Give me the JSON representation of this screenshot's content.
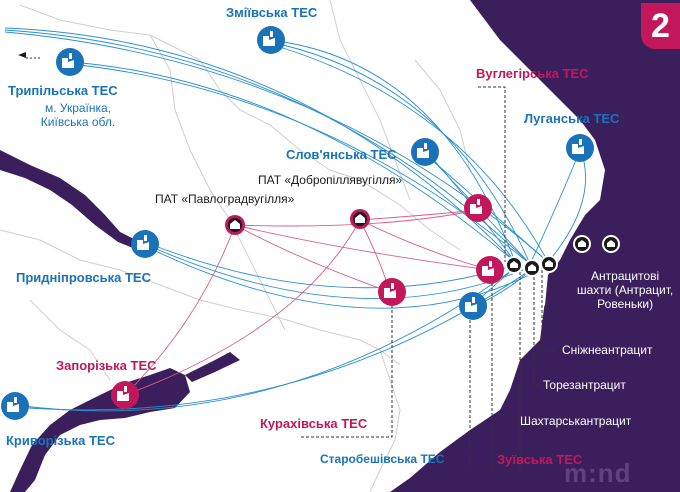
{
  "plants": {
    "zmiivska": "Зміївська ТЕС",
    "trypilska": "Трипільська ТЕС",
    "trypilska_loc1": "м. Українка,",
    "trypilska_loc2": "Київська обл.",
    "vuhlehirska": "Вуглегірська ТЕС",
    "luhanska": "Луганська ТЕС",
    "slovianska": "Слов'янська ТЕС",
    "prydniprovska": "Придніпровська ТЕС",
    "zaporizka": "Запорізька ТЕС",
    "kryvorizka": "Криворізька ТЕС",
    "kurakhivska": "Курахівська ТЕС",
    "starobeshivska": "Старобешівська ТЕС",
    "zuivska": "Зуївська ТЕС"
  },
  "mines": {
    "dobropillia": "ПАТ «Добропіллявугілля»",
    "pavlohrad": "ПАТ «Павлоградвугілля»",
    "antratsyt1": "Антрацитові",
    "antratsyt2": "шахти (Антрацит,",
    "antratsyt3": "Ровеньки)",
    "snizhne": "Сніжнеантрацит",
    "torez": "Торезантрацит",
    "shakhtarsk": "Шахтарськантрацит"
  },
  "badge": "2",
  "brand": "m:nd",
  "colors": {
    "blue": "#1a73b8",
    "pink": "#c2185b",
    "purple": "#4a2466",
    "territory": "#3b1f5c"
  }
}
